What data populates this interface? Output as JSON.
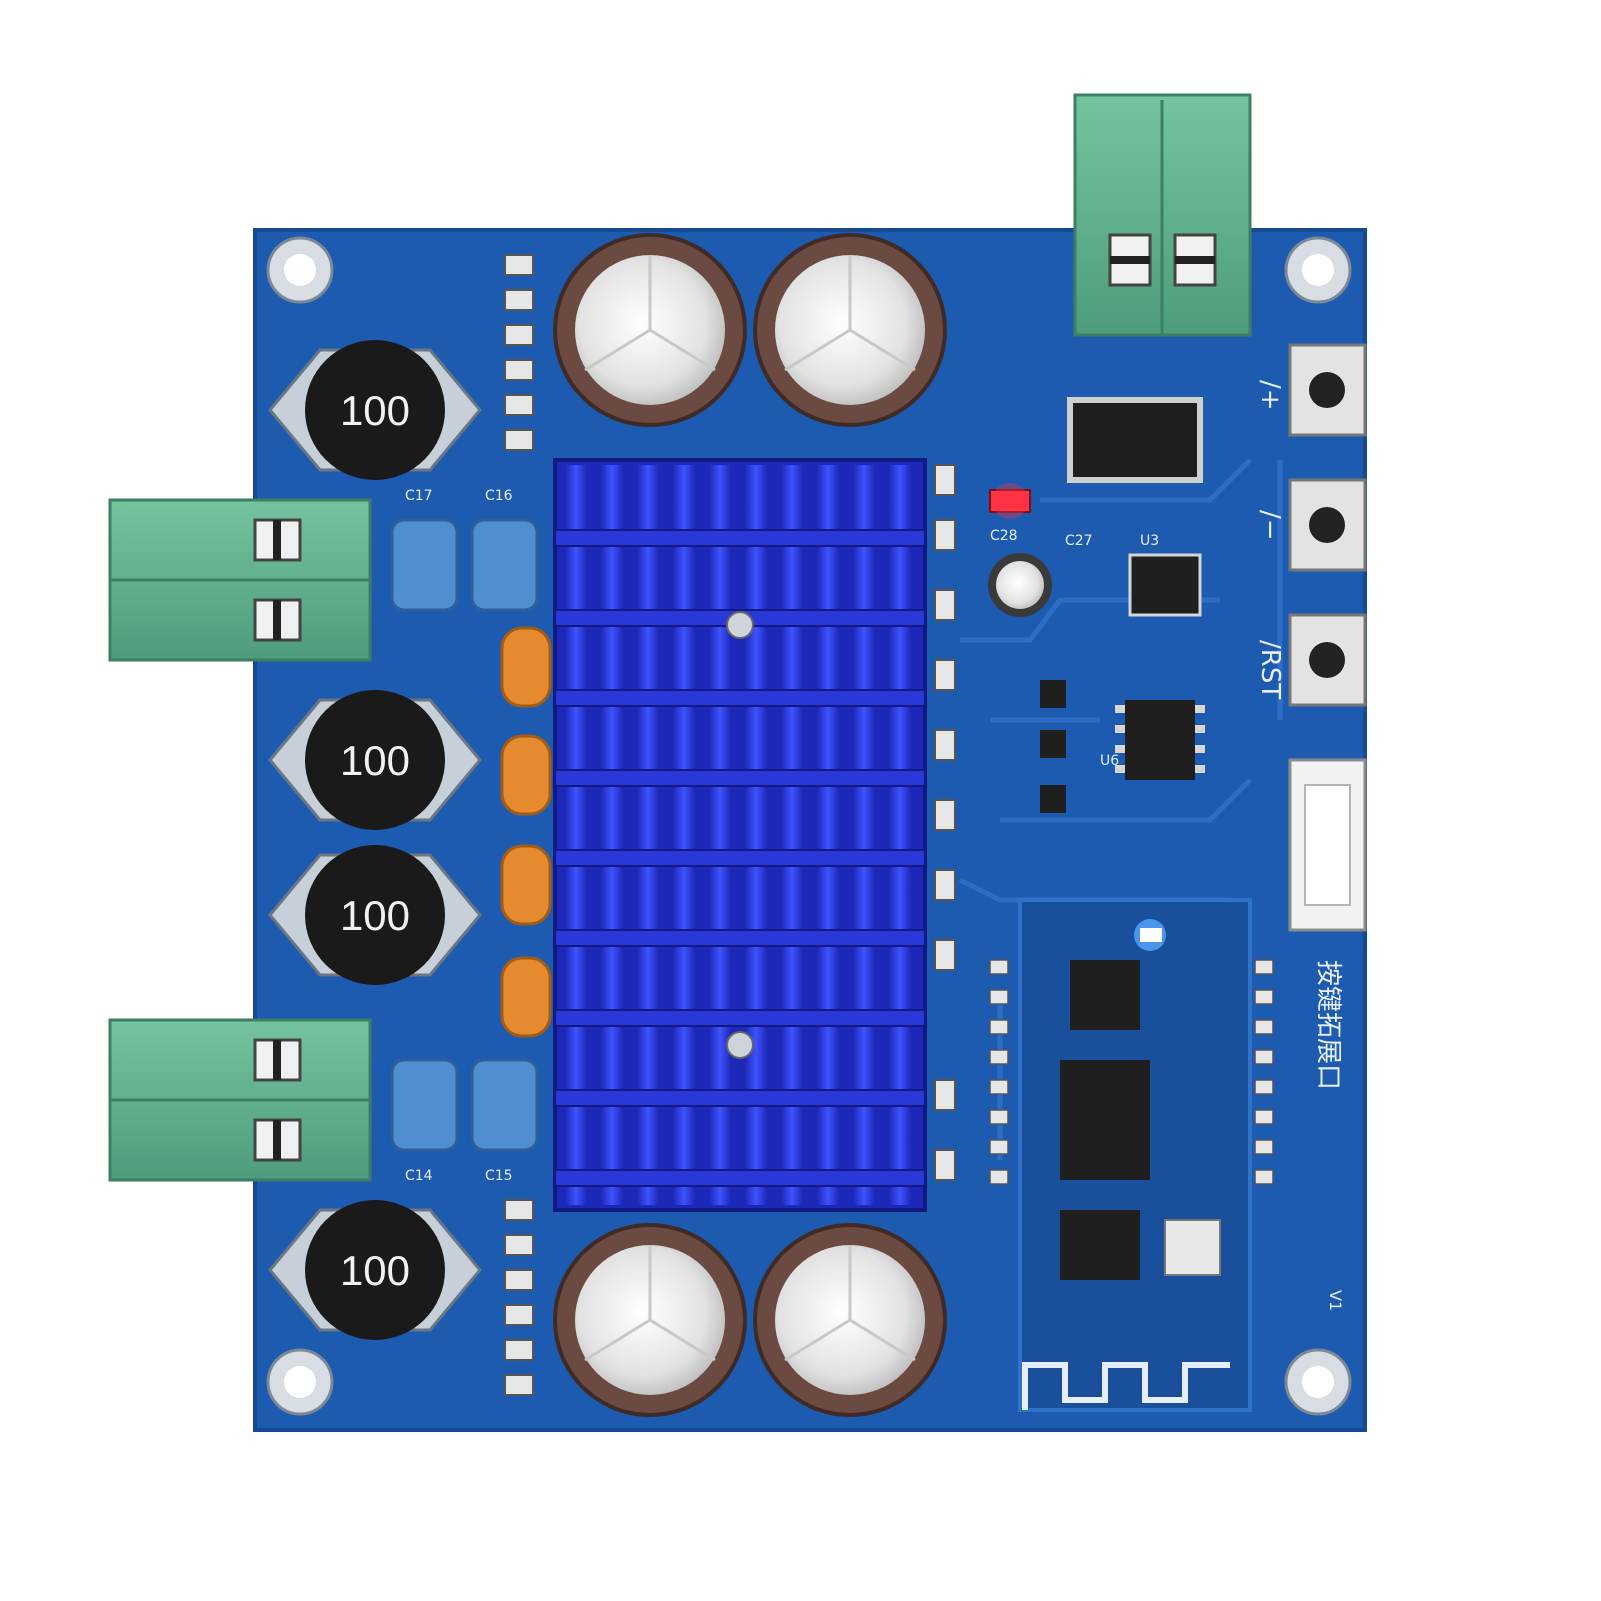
{
  "board": {
    "colors": {
      "background": "#ffffff",
      "pcb": "#1d5bb0",
      "pcb_dark": "#16478f",
      "trace": "#2f72c9",
      "terminal": "#5fb38f",
      "heatsink": "#2a38d8",
      "cap_blue": "#4f8fcf",
      "cap_orange": "#e58a2e",
      "electrolytic": "#6b4a42",
      "inductor": "#1a1a1a",
      "led_red": "#ff3344",
      "led_blue": "#55a8ff"
    },
    "inductors": [
      {
        "label": "100"
      },
      {
        "label": "100"
      },
      {
        "label": "100"
      },
      {
        "label": "100"
      }
    ],
    "silkscreen": {
      "film_caps_top": [
        "C17",
        "C16"
      ],
      "film_caps_bottom": [
        "C14",
        "C15"
      ],
      "right_top": [
        "C28",
        "C27",
        "U3",
        "U6"
      ],
      "buttons_side": [
        "/+",
        "/−",
        "/RST"
      ],
      "expansion_port": "按键拓展口",
      "v1": "V1"
    },
    "icons": [
      "speaker-terminal-icon",
      "power-terminal-icon",
      "push-button-icon",
      "bluetooth-antenna-icon"
    ]
  }
}
